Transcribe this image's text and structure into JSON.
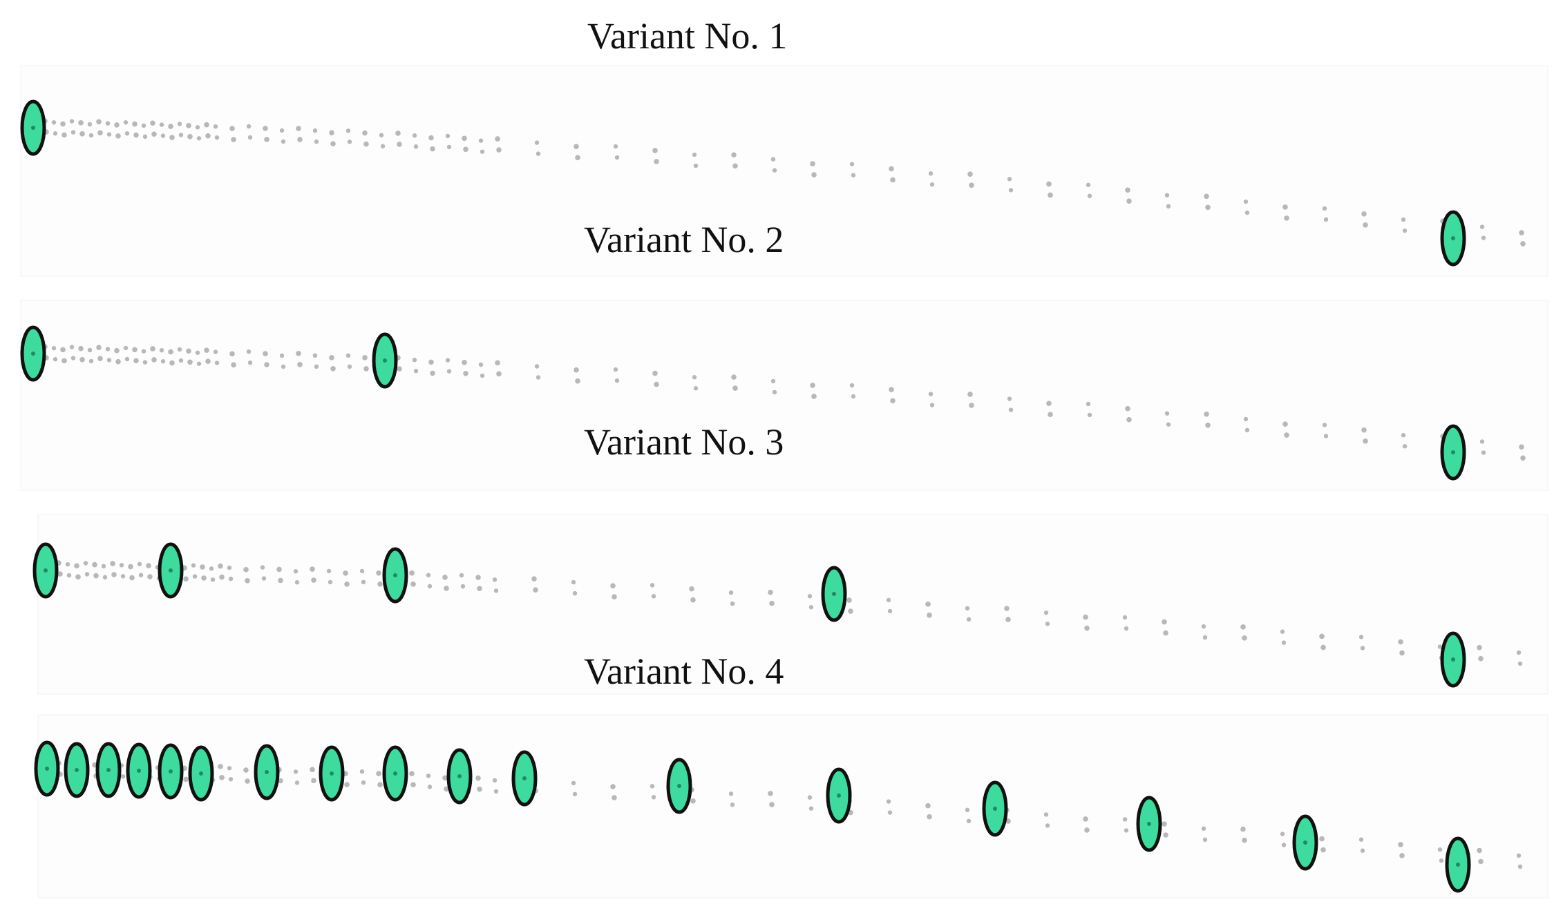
{
  "figure": {
    "background": "#ffffff",
    "marker_fill": "#3ddc9e",
    "marker_stroke": "#111111",
    "node_color": "#9a9a9a",
    "variants": [
      {
        "title": "Variant No. 1",
        "highlighted_count": 2
      },
      {
        "title": "Variant No. 2",
        "highlighted_count": 3
      },
      {
        "title": "Variant No. 3",
        "highlighted_count": 5
      },
      {
        "title": "Variant No. 4",
        "highlighted_count": 17
      }
    ]
  }
}
